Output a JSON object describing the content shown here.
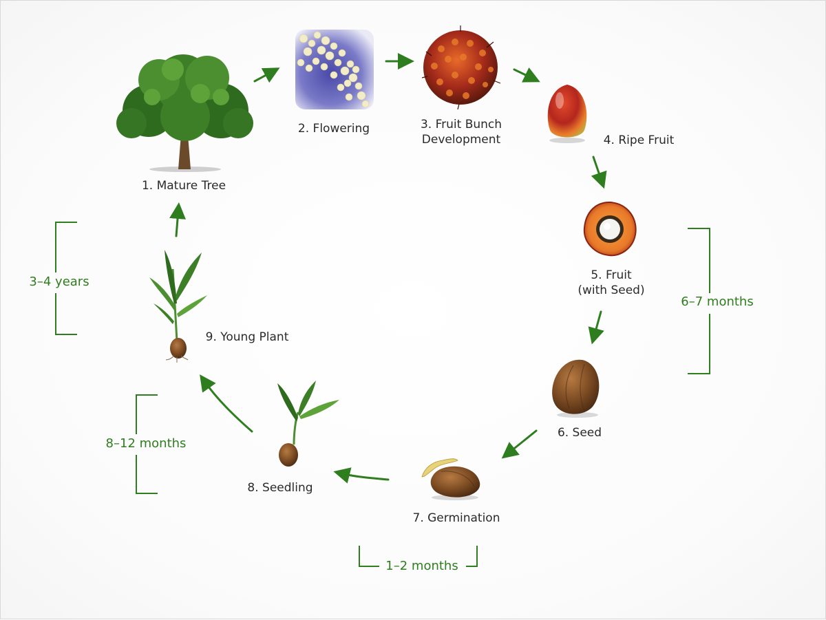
{
  "stages": [
    {
      "label": "1. Mature Tree",
      "icon": "mature-tree-icon"
    },
    {
      "label": "2. Flowering",
      "icon": "flowering-icon"
    },
    {
      "label": "3. Fruit Bunch\nDevelopment",
      "icon": "fruit-bunch-icon"
    },
    {
      "label": "4. Ripe Fruit",
      "icon": "ripe-fruit-icon"
    },
    {
      "label": "5. Fruit\n(with Seed)",
      "icon": "fruit-section-icon"
    },
    {
      "label": "6. Seed",
      "icon": "seed-icon"
    },
    {
      "label": "7. Germination",
      "icon": "germinating-seed-icon"
    },
    {
      "label": "8. Seedling",
      "icon": "seedling-icon"
    },
    {
      "label": "9. Young Plant",
      "icon": "young-plant-icon"
    }
  ],
  "durations": [
    {
      "label": "3–4 years"
    },
    {
      "label": "6–7 months"
    },
    {
      "label": "8–12 months"
    },
    {
      "label": "1–2 months"
    }
  ],
  "colors": {
    "arrow": "#2e7d1e",
    "duration_text": "#2e7d1e",
    "label_text": "#2a2a2a",
    "leaf_dark": "#2f6b1f",
    "leaf_light": "#5ea33a",
    "trunk": "#6b4a2b",
    "fruit_red": "#b3261e",
    "fruit_orange": "#e8792a",
    "seed_brown": "#7a4a22"
  }
}
